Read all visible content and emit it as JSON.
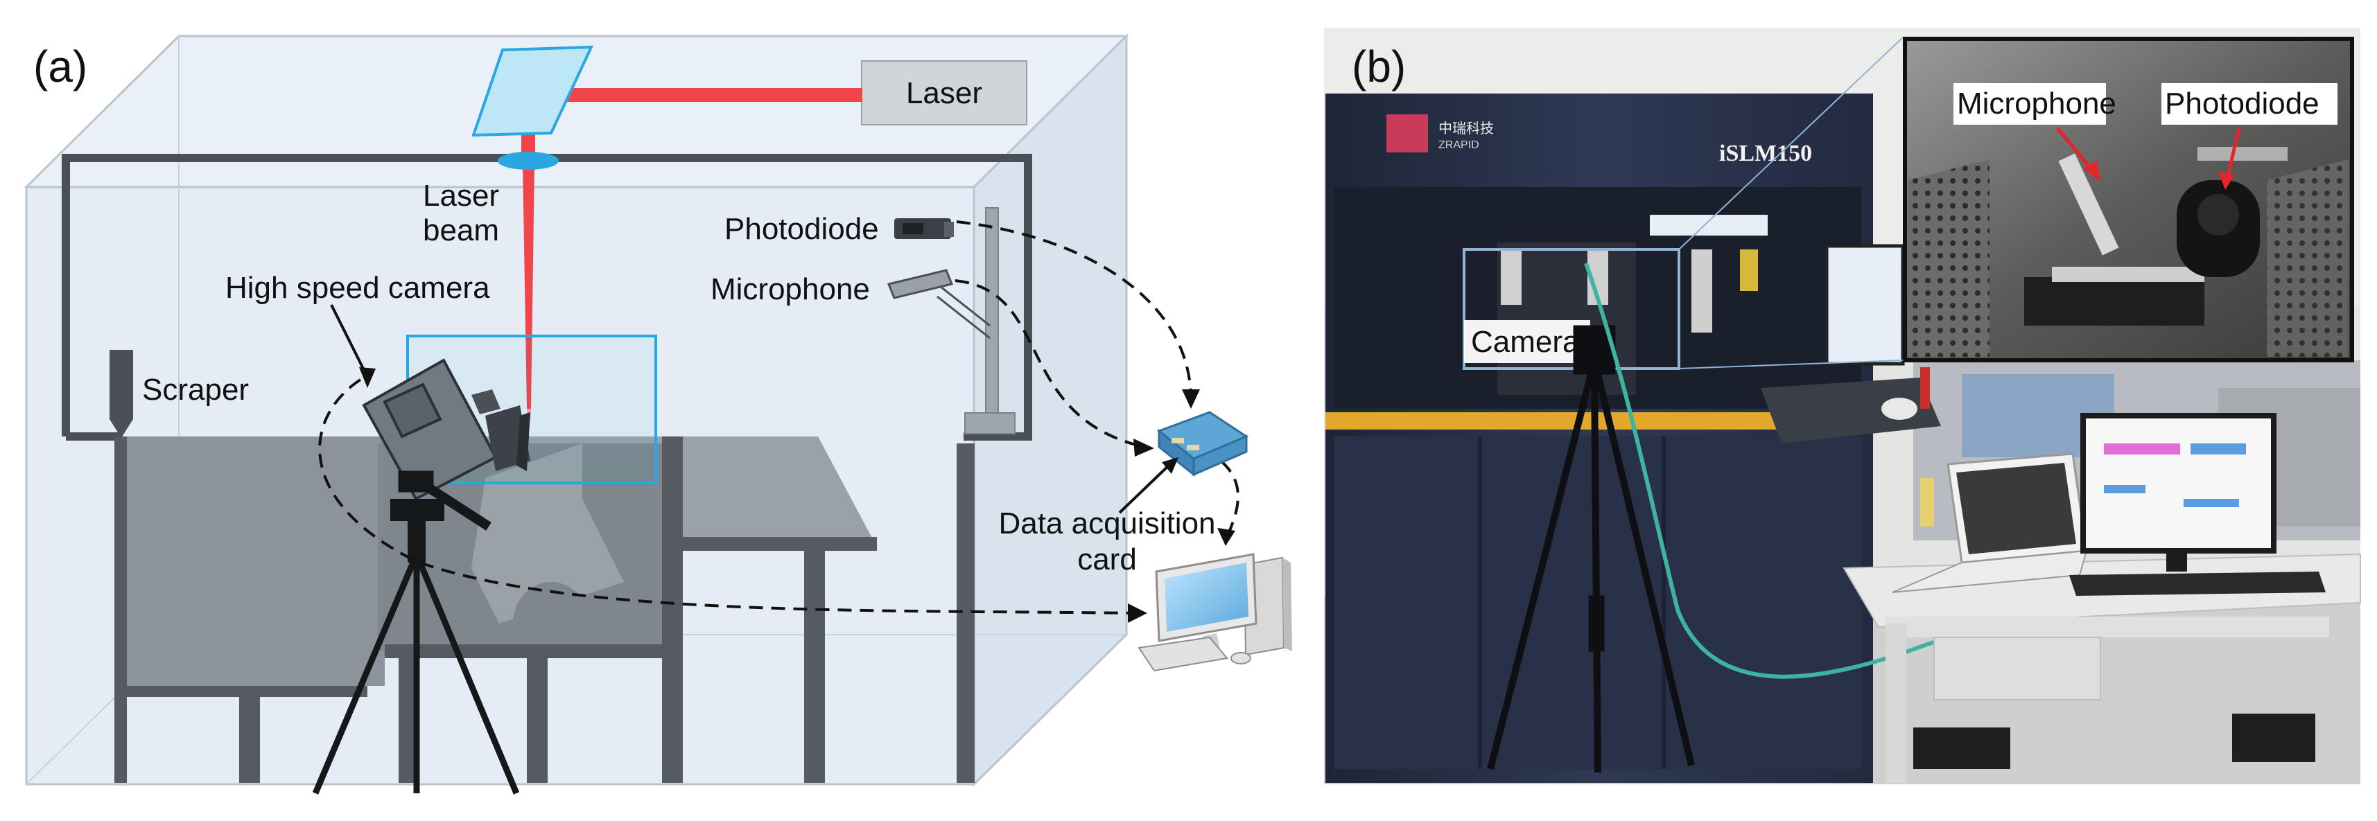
{
  "panel_a": {
    "label": "(a)",
    "labels": {
      "laser": "Laser",
      "laser_beam_1": "Laser",
      "laser_beam_2": "beam",
      "photodiode": "Photodiode",
      "microphone": "Microphone",
      "high_speed_camera": "High speed camera",
      "scraper": "Scraper",
      "daq_1": "Data acquisition",
      "daq_2": "card"
    }
  },
  "panel_b": {
    "label": "(b)",
    "labels": {
      "camera": "Camera",
      "microphone": "Microphone",
      "photodiode": "Photodiode",
      "machine_model": "iSLM150",
      "brand": "ZRAPID"
    }
  },
  "colors": {
    "laser_red": "#f0454b",
    "highlight_blue": "#2aa6e0",
    "chamber_tint": "#dde8f2",
    "table_gray": "#8c949b",
    "frame_dark": "#4a5056",
    "machine_navy": "#2b344c",
    "cable_teal": "#3fb3a2"
  }
}
